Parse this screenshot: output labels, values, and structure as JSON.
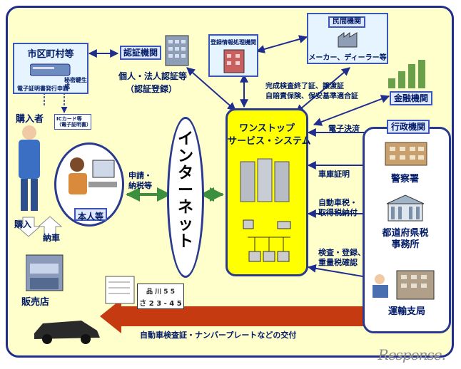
{
  "nodes": {
    "municipality": "市区町村等",
    "municipality_sub1": "電子証明書発行申請",
    "municipality_sub2": "秘密鍵生成",
    "ic_card": "ICカード等（電子証明書）",
    "buyer": "購入者",
    "person": "本人等",
    "purchase": "購入",
    "delivery": "納車",
    "dealer_shop": "販売店",
    "auth_agency": "認証機関",
    "auth_desc1": "個人・法人認証等",
    "auth_desc2": "（認証登録）",
    "registration_agency": "登録情報処理機関",
    "private_agency": "民間機関",
    "maker_dealer": "メーカー、ディーラー等",
    "docs_label1": "完成検査終了証、譲渡証",
    "docs_label2": "自賠責保険、保安基準適合証",
    "financial": "金融機関",
    "one_stop1": "ワンストップ",
    "one_stop2": "サービス・システム",
    "internet": "インターネット",
    "apply": "申請・",
    "tax": "納税等",
    "admin": "行政機関",
    "e_payment": "電子決済",
    "garage_cert": "車庫証明",
    "police": "警察署",
    "car_tax1": "自動車税・",
    "car_tax2": "取得税納付",
    "pref_tax1": "都道府県税",
    "pref_tax2": "事務所",
    "inspect1": "検査・登録、",
    "inspect2": "重量税確認",
    "transport": "運輸支局",
    "bottom_label": "自動車検査証・ナンバープレートなどの交付",
    "plate_line1": "品 川 5 5",
    "plate_line2": "さ 2 3 - 4 5",
    "watermark": "Response."
  },
  "colors": {
    "frame": "#1f2d8f",
    "background": "#ffffcc",
    "arrow_green": "#3c8f3c",
    "arrow_blue": "#1f2d8f",
    "bottom_arrow": "#c63a12",
    "system_box": "#ffff00"
  }
}
